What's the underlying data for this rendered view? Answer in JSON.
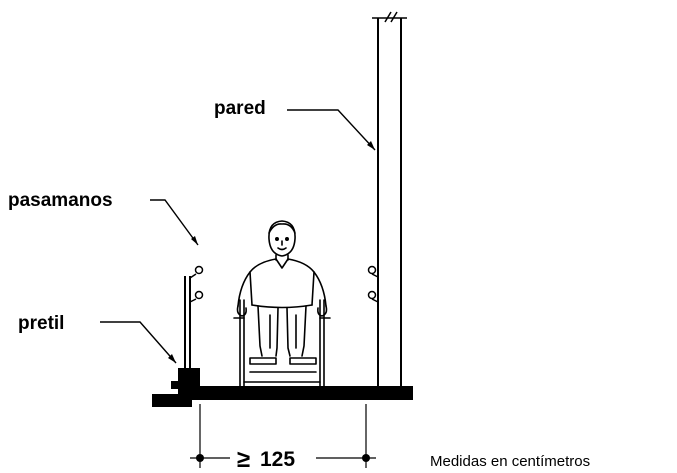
{
  "labels": {
    "pared": "pared",
    "pasamanos": "pasamanos",
    "pretil": "pretil"
  },
  "dimension": {
    "symbol": "≥",
    "value": "125"
  },
  "note": "Medidas en centímetros",
  "colors": {
    "ink": "#000000",
    "background": "#ffffff"
  }
}
